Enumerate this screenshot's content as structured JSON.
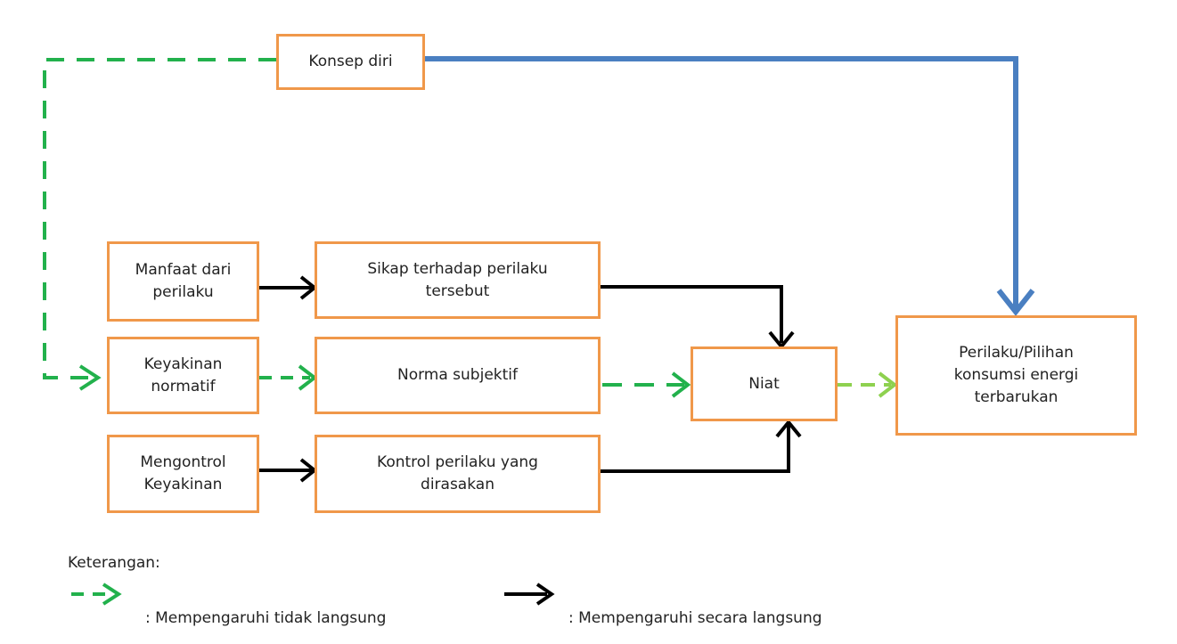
{
  "nodes": {
    "konsep_diri": "Konsep diri",
    "manfaat": "Manfaat dari\nperilaku",
    "keyakinan_normatif": "Keyakinan\nnormatif",
    "mengontrol": "Mengontrol\nKeyakinan",
    "sikap": "Sikap terhadap perilaku\ntersebut",
    "norma": "Norma subjektif",
    "kontrol": "Kontrol perilaku yang\ndirasakan",
    "niat": "Niat",
    "perilaku": "Perilaku/Pilihan\nkonsumsi energi\nterbarukan"
  },
  "legend": {
    "title": "Keterangan:",
    "indirect": ": Mempengaruhi tidak langsung",
    "direct": ": Mempengaruhi secara langsung"
  },
  "colors": {
    "box_border": "#f0984a",
    "indirect_arrow": "#22b14c",
    "light_green_arrow": "#8ed14f",
    "direct_arrow": "#000000",
    "blue_arrow": "#4a7fc1"
  }
}
